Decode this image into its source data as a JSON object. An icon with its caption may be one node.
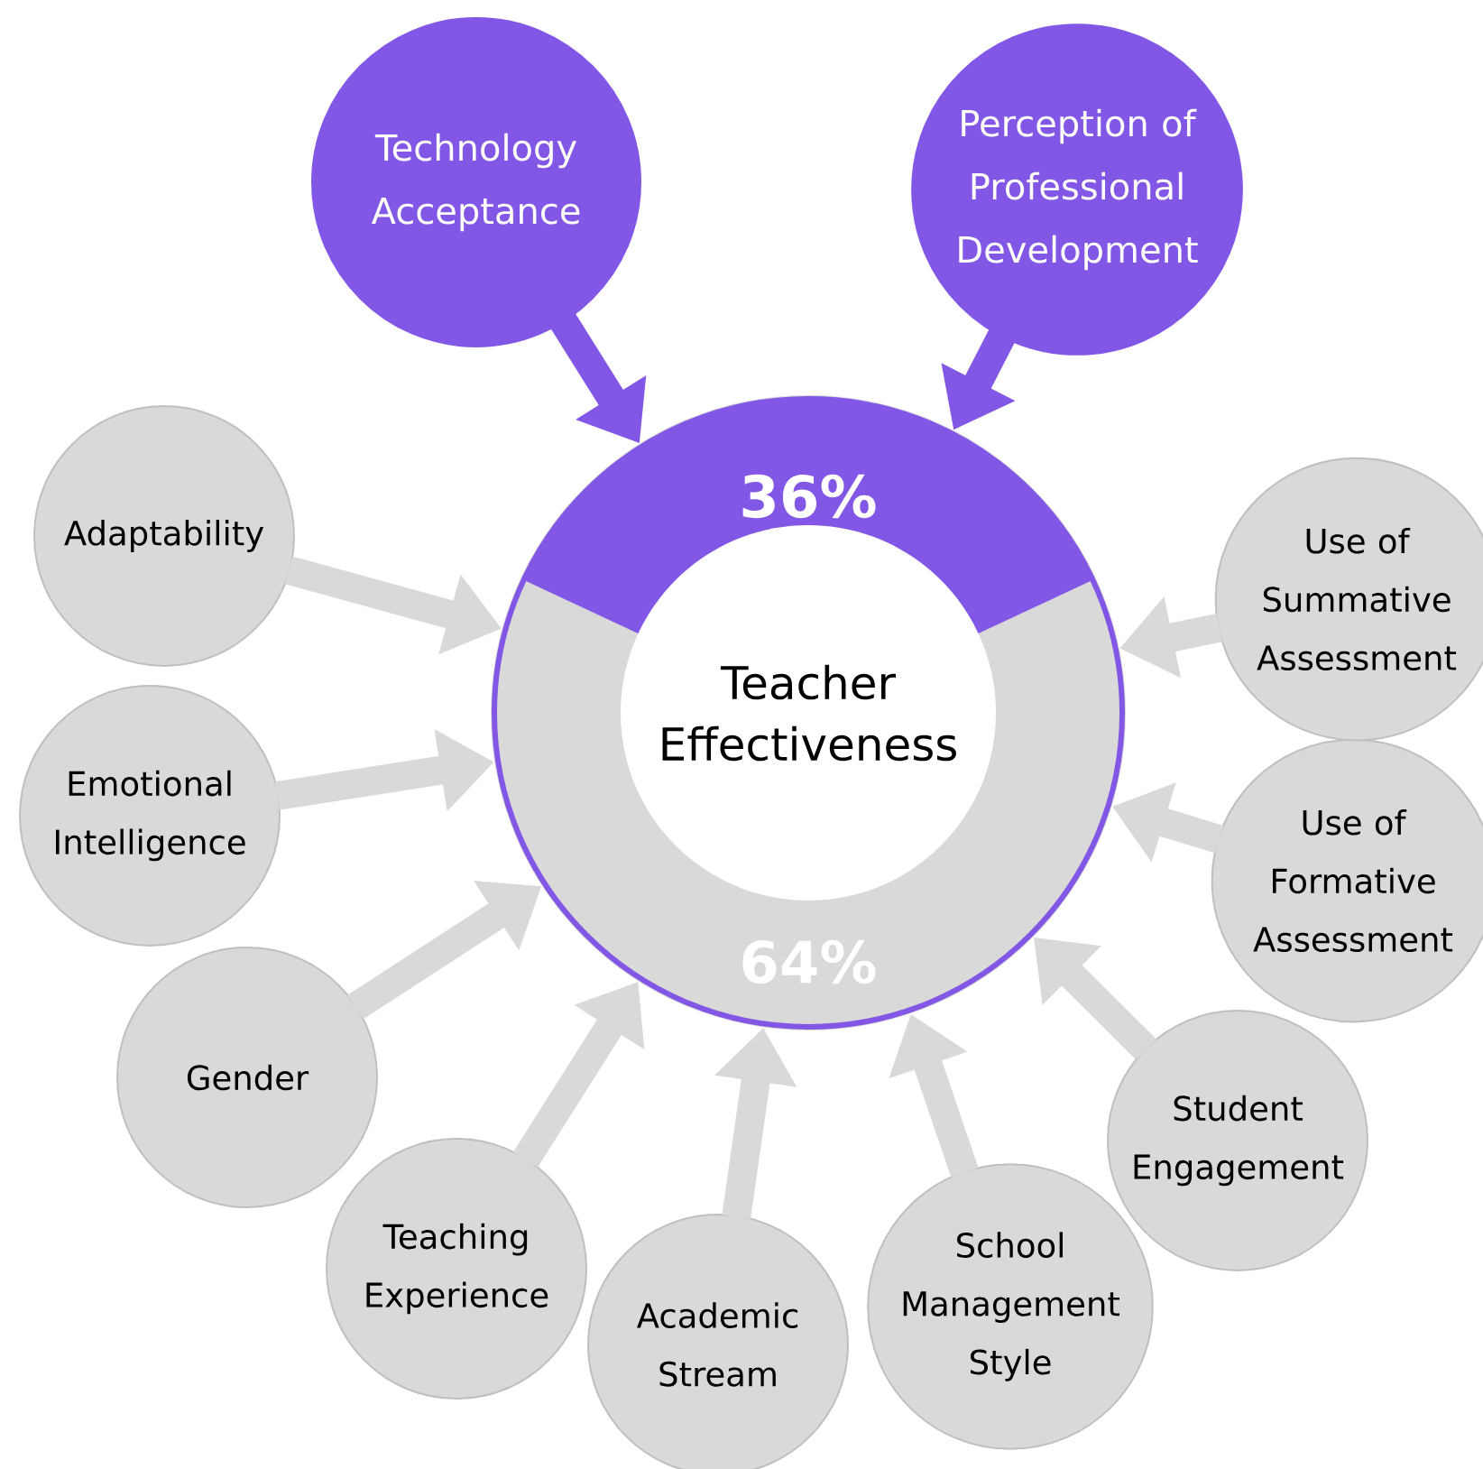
{
  "diagram": {
    "nodes": [
      {
        "text": [
          "Teacher Effectiveness"
        ]
      },
      {
        "text": [
          "Technology Acceptance"
        ]
      },
      {
        "text": [
          "Perception of Professional Development"
        ]
      },
      {
        "text": [
          "Adaptability"
        ]
      },
      {
        "text": [
          "Emotional Intelligence"
        ]
      },
      {
        "text": [
          "Gender"
        ]
      },
      {
        "text": [
          "Teaching Experience"
        ]
      },
      {
        "text": [
          "Academic Stream"
        ]
      },
      {
        "text": [
          "School Management Style"
        ]
      },
      {
        "text": [
          "Student Engagement"
        ]
      },
      {
        "text": [
          "Use of Formative Assessment"
        ]
      },
      {
        "text": [
          "Use of Summative Assessment"
        ]
      }
    ],
    "edges": [
      {
        "from": 1,
        "to": 0,
        "arrow": "to",
        "color": "#8257e6"
      },
      {
        "from": 2,
        "to": 0,
        "arrow": "to",
        "color": "#8257e6"
      },
      {
        "from": 3,
        "to": 0,
        "arrow": "to"
      },
      {
        "from": 4,
        "to": 0,
        "arrow": "to"
      },
      {
        "from": 5,
        "to": 0,
        "arrow": "to"
      },
      {
        "from": 6,
        "to": 0,
        "arrow": "to"
      },
      {
        "from": 7,
        "to": 0,
        "arrow": "to"
      },
      {
        "from": 8,
        "to": 0,
        "arrow": "to"
      },
      {
        "from": 9,
        "to": 0,
        "arrow": "to"
      },
      {
        "from": 10,
        "to": 0,
        "arrow": "to"
      },
      {
        "from": 11,
        "to": 0,
        "arrow": "to"
      }
    ],
    "labels": [
      "36%",
      "64%"
    ]
  }
}
